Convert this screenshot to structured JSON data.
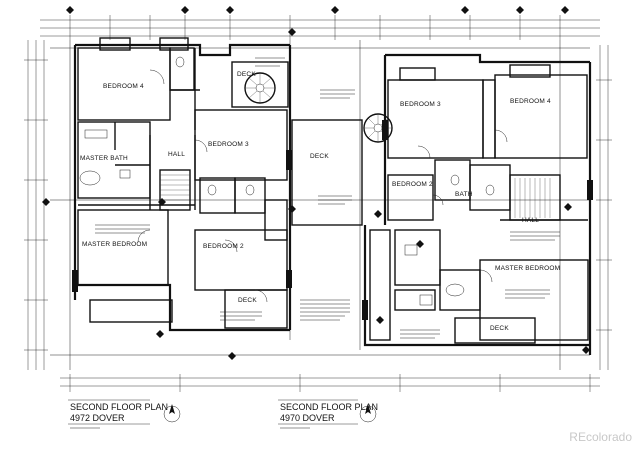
{
  "watermark": "REcolorado",
  "plans": [
    {
      "title": "SECOND FLOOR PLAN",
      "subtitle": "4972 DOVER",
      "rooms": [
        "BEDROOM 4",
        "BEDROOM 3",
        "MASTER BATH",
        "HALL",
        "DECK",
        "MASTER BEDROOM",
        "BEDROOM 2",
        "DECK"
      ]
    },
    {
      "title": "SECOND FLOOR PLAN",
      "subtitle": "4970 DOVER",
      "rooms": [
        "BEDROOM 3",
        "BEDROOM 4",
        "DECK",
        "BATH",
        "BEDROOM 2",
        "MASTER BEDROOM",
        "HALL",
        "DECK"
      ]
    }
  ]
}
